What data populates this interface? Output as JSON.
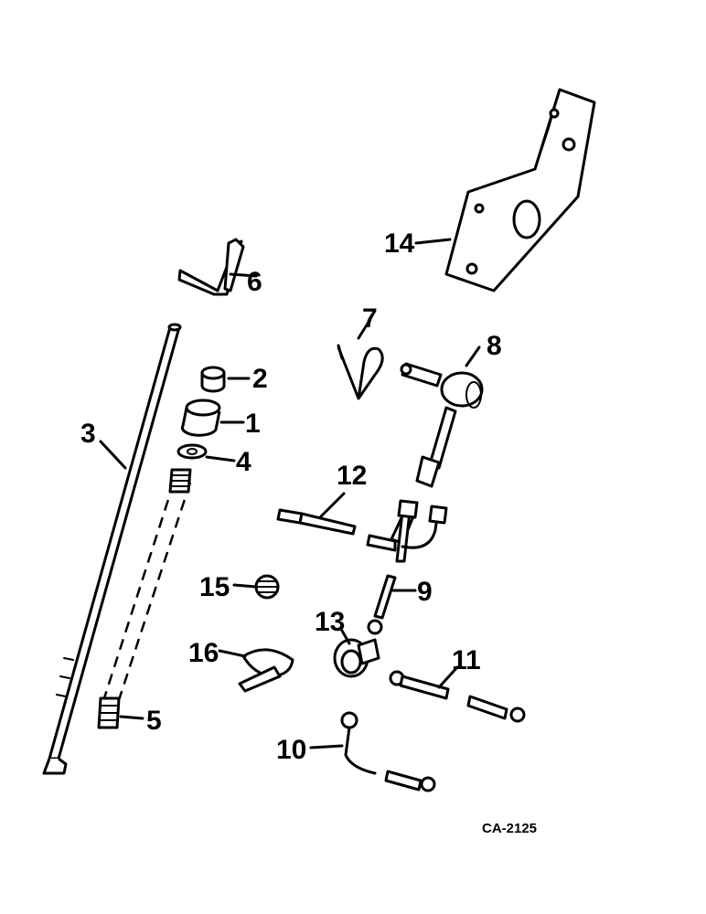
{
  "callouts": {
    "c1": "1",
    "c2": "2",
    "c3": "3",
    "c4": "4",
    "c5": "5",
    "c6": "6",
    "c7": "7",
    "c8": "8",
    "c9": "9",
    "c10": "10",
    "c11": "11",
    "c12": "12",
    "c13": "13",
    "c14": "14",
    "c15": "15",
    "c16": "16"
  },
  "figure_code": "CA-2125"
}
